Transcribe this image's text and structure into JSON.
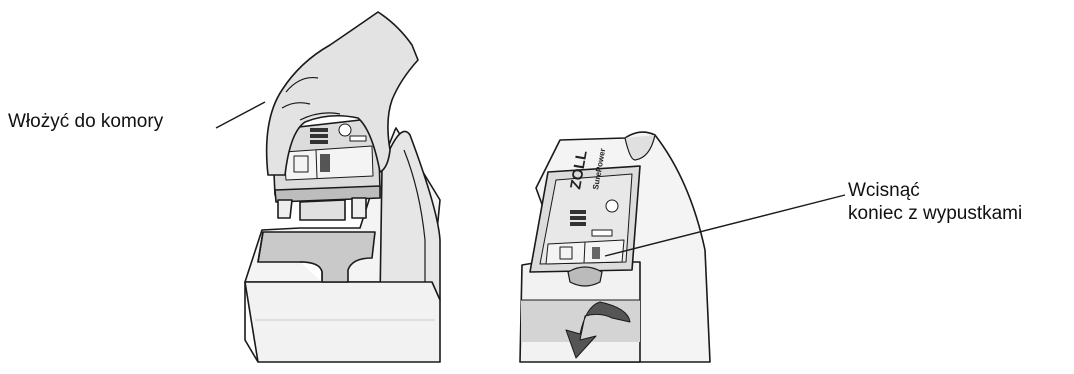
{
  "figure": {
    "callouts": {
      "insert": "Włożyć do komory",
      "press_line1": "Wcisnąć",
      "press_line2": "koniec z wypustkami"
    },
    "battery_brand": "ZOLL",
    "battery_subtext": "SurePower",
    "colors": {
      "line": "#1a1a1a",
      "housing_light": "#f4f4f4",
      "housing_mid": "#e6e6e6",
      "housing_shadow": "#c9c9c9",
      "battery_face": "#dcdcdc",
      "hand": "#e3e3e3",
      "arrow": "#555555"
    },
    "icons": [
      "hand-icon",
      "battery-pack-icon",
      "push-down-arrow-icon"
    ]
  }
}
